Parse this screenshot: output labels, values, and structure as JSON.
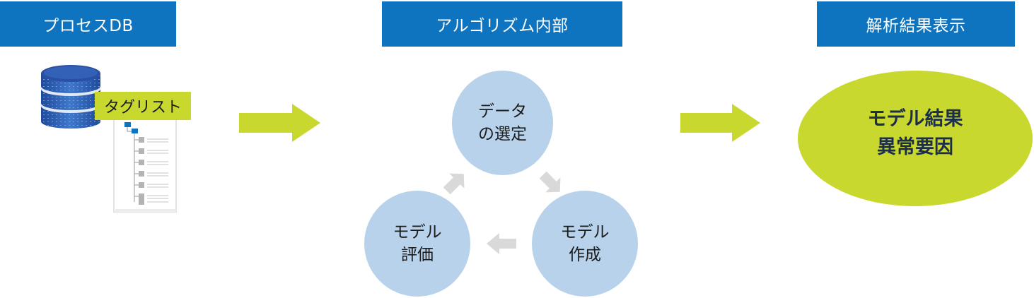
{
  "headers": {
    "process_db": "プロセスDB",
    "algorithm": "アルゴリズム内部",
    "result_display": "解析結果表示"
  },
  "database": {
    "tag_list_label": "タグリスト"
  },
  "cycle": {
    "data_selection": {
      "line1": "データ",
      "line2": "の選定"
    },
    "model_build": {
      "line1": "モデル",
      "line2": "作成"
    },
    "model_eval": {
      "line1": "モデル",
      "line2": "評価"
    }
  },
  "result": {
    "line1": "モデル結果",
    "line2": "異常要因"
  },
  "colors": {
    "header_blue": "#0e74bf",
    "accent_green": "#c9d82f",
    "circle_blue": "#b7d2ea",
    "cycle_arrow_gray": "#d9d9d9",
    "db_blue": "#2a58a8"
  }
}
